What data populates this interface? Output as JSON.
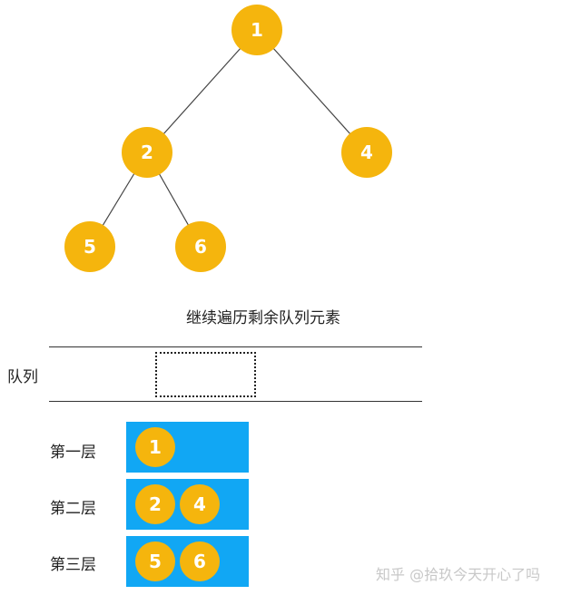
{
  "tree": {
    "nodes": [
      {
        "id": "n1",
        "label": "1"
      },
      {
        "id": "n2",
        "label": "2"
      },
      {
        "id": "n4",
        "label": "4"
      },
      {
        "id": "n5",
        "label": "5"
      },
      {
        "id": "n6",
        "label": "6"
      }
    ],
    "edges": [
      [
        "n1",
        "n2"
      ],
      [
        "n1",
        "n4"
      ],
      [
        "n2",
        "n5"
      ],
      [
        "n2",
        "n6"
      ]
    ],
    "node_color": "#f5b50d",
    "text_color": "#ffffff"
  },
  "caption": "继续遍历剩余队列元素",
  "queue": {
    "label": "队列",
    "items": []
  },
  "levels": [
    {
      "label": "第一层",
      "items": [
        "1"
      ]
    },
    {
      "label": "第二层",
      "items": [
        "2",
        "4"
      ]
    },
    {
      "label": "第三层",
      "items": [
        "5",
        "6"
      ]
    }
  ],
  "level_box_color": "#11a7f4",
  "watermark": "知乎 @拾玖今天开心了吗"
}
